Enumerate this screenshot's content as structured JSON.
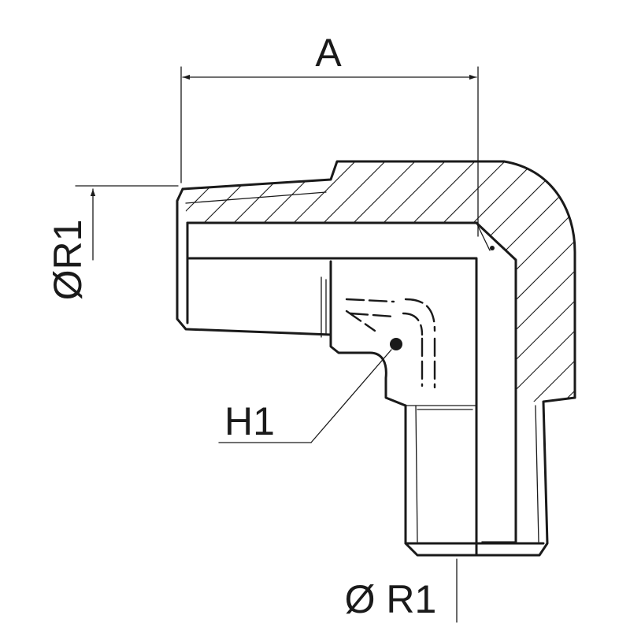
{
  "labels": {
    "dim_a": "A",
    "dim_r1_vertical": "ØR1",
    "dim_h1": "H1",
    "dim_r1_bottom": "Ø R1"
  },
  "colors": {
    "line": "#1a1a1a",
    "background": "#ffffff"
  }
}
